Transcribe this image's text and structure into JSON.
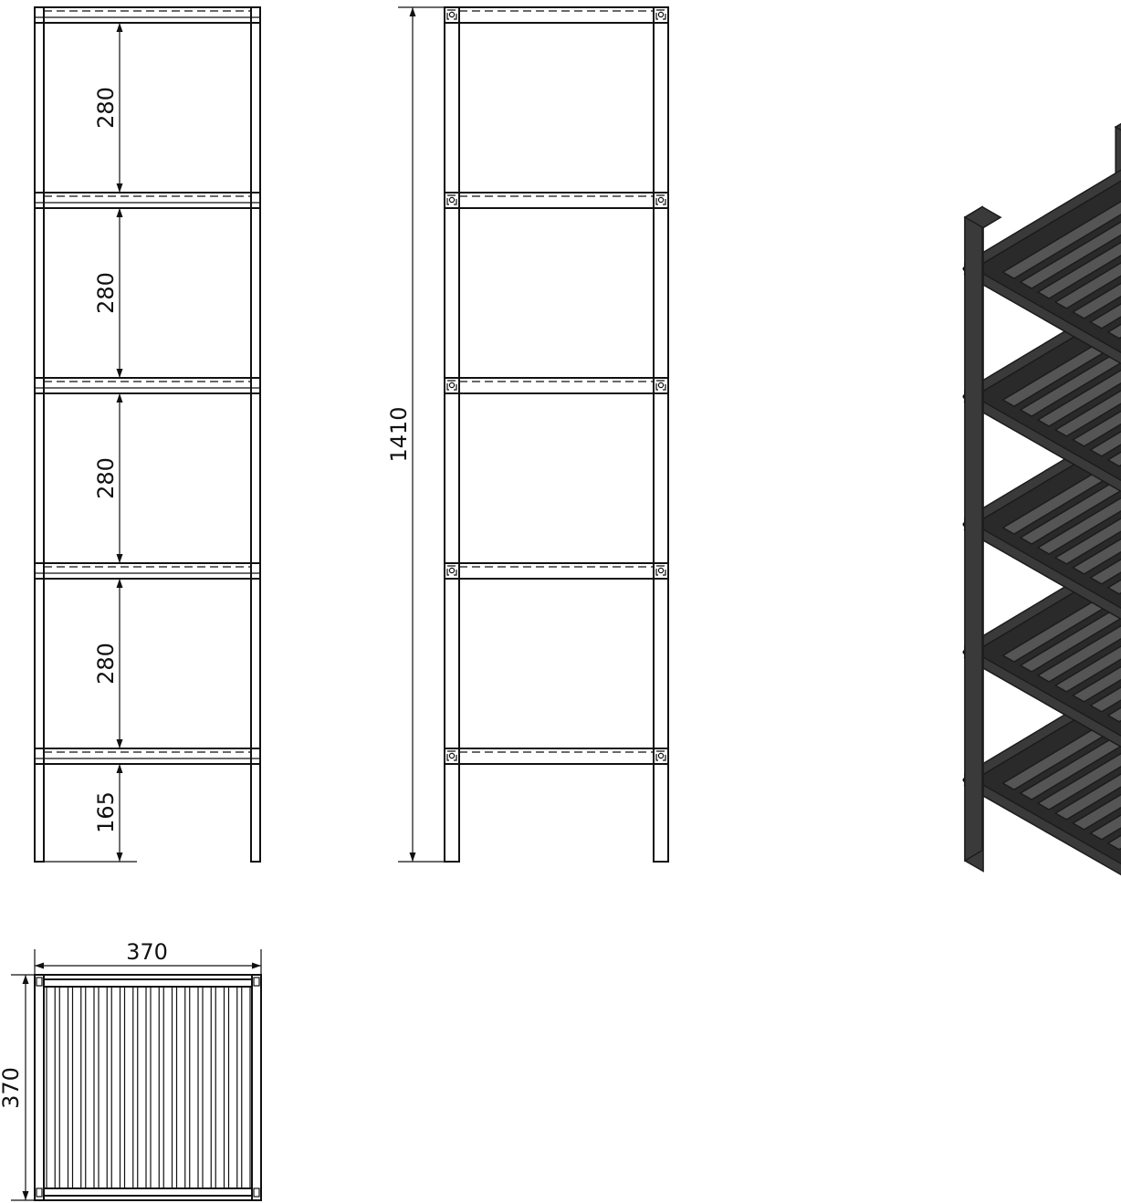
{
  "dimensions": {
    "shelf_spacing_1": "280",
    "shelf_spacing_2": "280",
    "shelf_spacing_3": "280",
    "shelf_spacing_4": "280",
    "bottom_clearance": "165",
    "total_height": "1410",
    "width": "370",
    "depth": "370"
  },
  "colors": {
    "line": "#111111",
    "iso_slat": "#555555",
    "iso_frame": "#3a3a3a",
    "iso_edge": "#1c1c1c"
  }
}
